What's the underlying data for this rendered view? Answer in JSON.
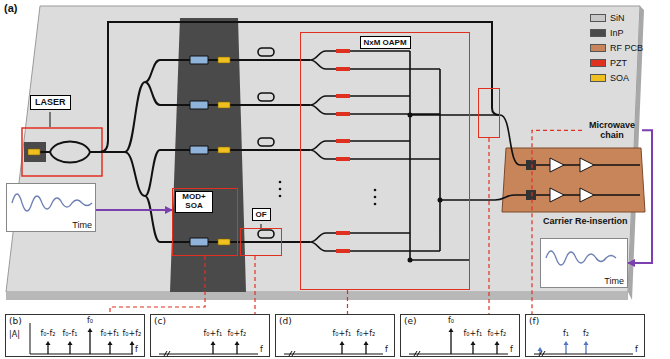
{
  "diagram": {
    "nodes": [
      {
        "text": [
          "LASER"
        ]
      },
      {
        "text": [
          "Time"
        ]
      },
      {
        "text": [
          "MOD+ SOA"
        ]
      },
      {
        "text": [
          "OF"
        ]
      },
      {
        "text": [
          "NxM OAPM"
        ]
      },
      {
        "text": [
          "Carrier Re-insertion"
        ]
      },
      {
        "text": [
          "Microwave chain"
        ]
      },
      {
        "text": [
          "Time"
        ]
      },
      {
        "text": [
          "(b)",
          "|A|",
          "f₀",
          "f₀-f₂",
          "f₀-f₁",
          "f₀+f₁",
          "f₀+f₂",
          "f"
        ]
      },
      {
        "text": [
          "(c)",
          "f₀+f₁",
          "f₀+f₂",
          "f"
        ]
      },
      {
        "text": [
          "(d)",
          "f₀+f₁",
          "f₀+f₂",
          "f"
        ]
      },
      {
        "text": [
          "(e)",
          "f₀",
          "f₀+f₁",
          "f₀+f₂",
          "f"
        ]
      },
      {
        "text": [
          "(f)",
          "f₁",
          "f₂",
          "f"
        ]
      }
    ],
    "edges": [
      {
        "from": 1,
        "to": 2,
        "arrow": "to"
      },
      {
        "from": 6,
        "to": 7,
        "arrow": "to"
      },
      {
        "from": 2,
        "to": 8,
        "arrow": "none"
      },
      {
        "from": 3,
        "to": 9,
        "arrow": "none"
      },
      {
        "from": 4,
        "to": 10,
        "arrow": "none"
      },
      {
        "from": 5,
        "to": 11,
        "arrow": "none"
      },
      {
        "from": 6,
        "to": 12,
        "arrow": "none"
      }
    ],
    "labels": [
      "(a)"
    ],
    "legend": [
      {
        "text": "SiN",
        "color": "#c8c8c8"
      },
      {
        "text": "InP",
        "color": "#4a4a4a"
      },
      {
        "text": "RF PCB",
        "color": "#c8855a"
      },
      {
        "text": "PZT",
        "color": "#e03020"
      },
      {
        "text": "SOA",
        "color": "#f0c020"
      }
    ]
  }
}
